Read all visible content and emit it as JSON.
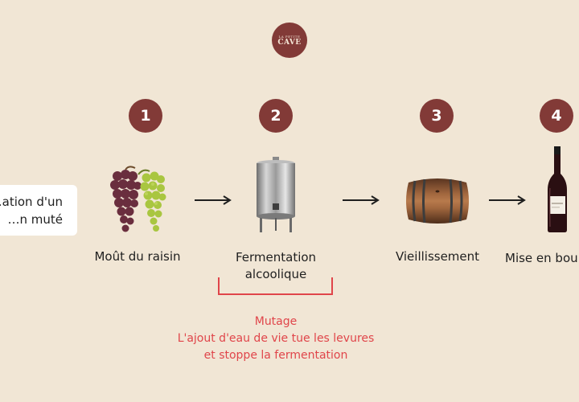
{
  "brand": {
    "logo_small": "LA PETITE",
    "logo_big": "CAVE"
  },
  "title_card": {
    "line1": "…ation d'un",
    "line2": "…n muté"
  },
  "steps": [
    {
      "number": "1",
      "label": "Moût du raisin"
    },
    {
      "number": "2",
      "label_line1": "Fermentation",
      "label_line2": "alcoolique"
    },
    {
      "number": "3",
      "label": "Vieillissement"
    },
    {
      "number": "4",
      "label": "Mise en bou…"
    }
  ],
  "mutage": {
    "title": "Mutage",
    "line1": "L'ajout d'eau de vie tue les levures",
    "line2": "et stoppe la fermentation"
  },
  "colors": {
    "background": "#f1e6d5",
    "accent": "#823a37",
    "mutage": "#e0454a"
  }
}
